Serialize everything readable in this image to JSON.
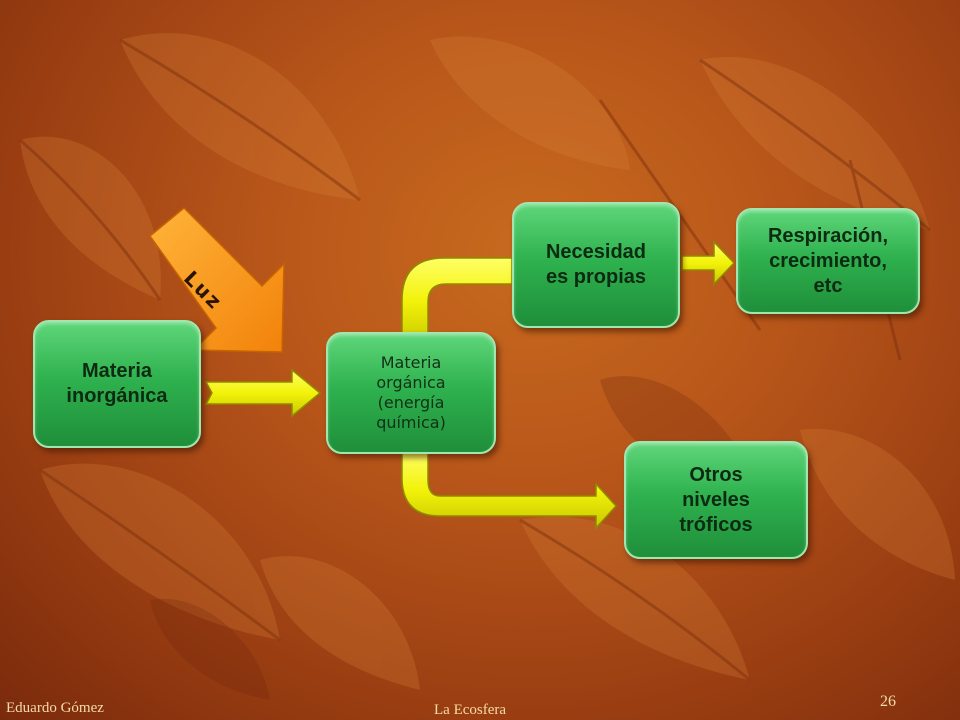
{
  "slide": {
    "nodes": {
      "materia_inorganica": "Materia inorgánica",
      "materia_organica_line1": "Materia",
      "materia_organica_line2": "orgánica",
      "materia_organica_line3": "(energía",
      "materia_organica_line4": "química)",
      "necesidades_line1": "Necesidad",
      "necesidades_line2": "es propias",
      "respiracion_line1": "Respiración,",
      "respiracion_line2": "crecimiento,",
      "respiracion_line3": "etc",
      "otros_line1": "Otros",
      "otros_line2": "niveles",
      "otros_line3": "tróficos"
    },
    "light_arrow_label": "Luz",
    "footer": {
      "author": "Eduardo Gómez",
      "subtitle": "La Ecosfera",
      "page_number": "26"
    }
  },
  "colors": {
    "background": "#b8561a",
    "node_fill": "#2fb24f",
    "arrow_yellow": "#f2f20a",
    "arrow_orange": "#ff9a1a"
  }
}
